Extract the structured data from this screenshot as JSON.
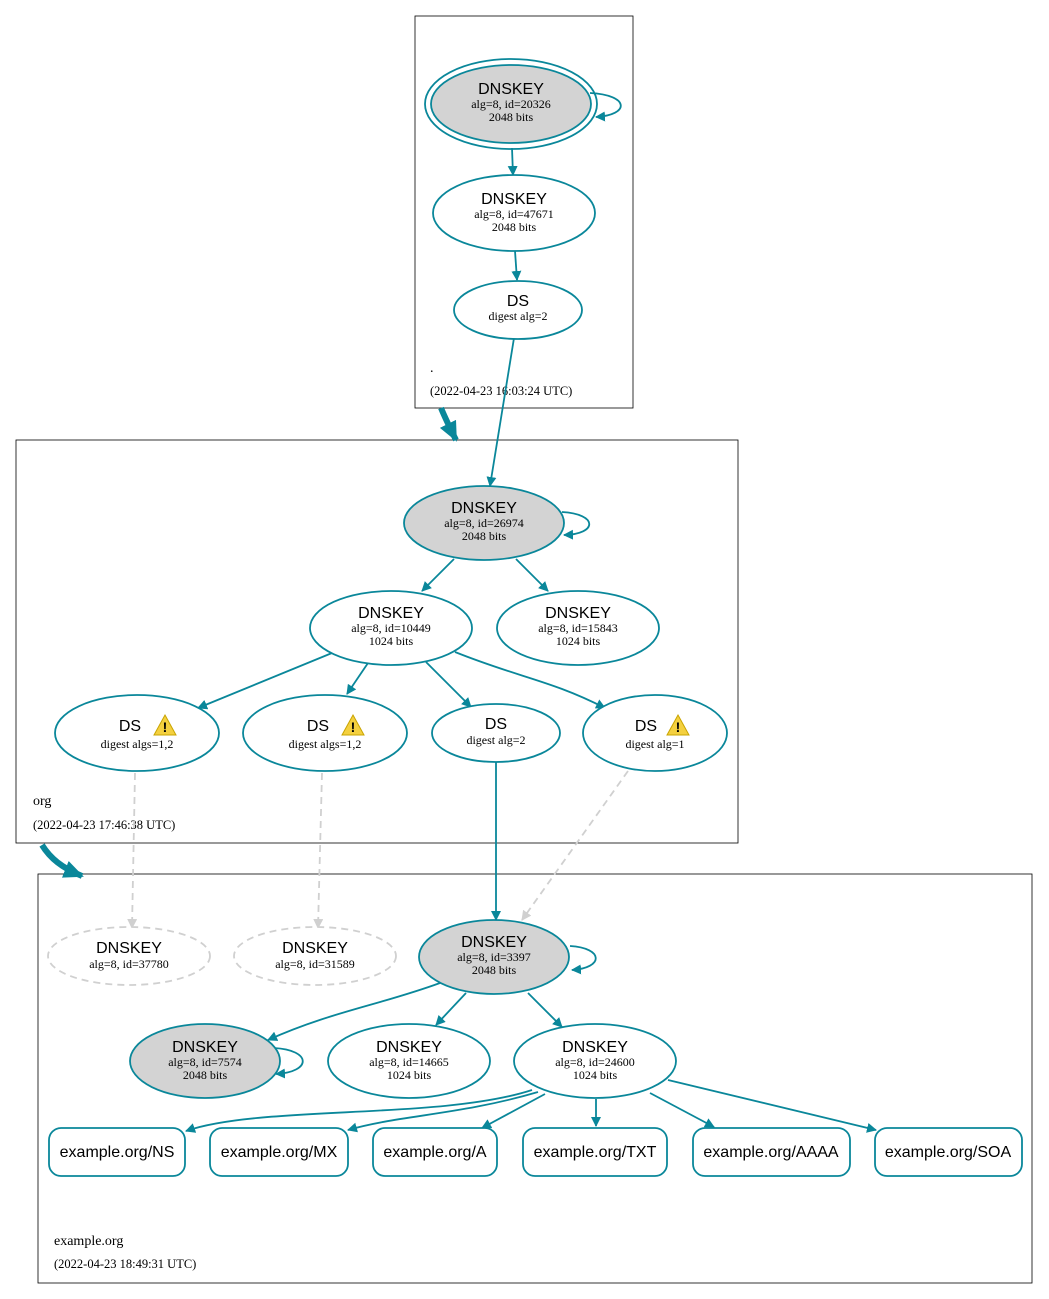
{
  "colors": {
    "edge": "#0a879a",
    "dashed": "#d0d0d0",
    "fill_sep": "#d3d3d3",
    "warning": "#f4d03f"
  },
  "zones": {
    "root": {
      "name": ".",
      "time": "(2022-04-23 16:03:24 UTC)"
    },
    "org": {
      "name": "org",
      "time": "(2022-04-23 17:46:38 UTC)"
    },
    "example": {
      "name": "example.org",
      "time": "(2022-04-23 18:49:31 UTC)"
    }
  },
  "nodes": {
    "root_ksk": {
      "title": "DNSKEY",
      "line1": "alg=8, id=20326",
      "line2": "2048 bits"
    },
    "root_zsk": {
      "title": "DNSKEY",
      "line1": "alg=8, id=47671",
      "line2": "2048 bits"
    },
    "root_ds": {
      "title": "DS",
      "line1": "digest alg=2"
    },
    "org_ksk": {
      "title": "DNSKEY",
      "line1": "alg=8, id=26974",
      "line2": "2048 bits"
    },
    "org_zsk1": {
      "title": "DNSKEY",
      "line1": "alg=8, id=10449",
      "line2": "1024 bits"
    },
    "org_zsk2": {
      "title": "DNSKEY",
      "line1": "alg=8, id=15843",
      "line2": "1024 bits"
    },
    "ds1": {
      "title": "DS",
      "line1": "digest algs=1,2"
    },
    "ds2": {
      "title": "DS",
      "line1": "digest algs=1,2"
    },
    "ds3": {
      "title": "DS",
      "line1": "digest alg=2"
    },
    "ds4": {
      "title": "DS",
      "line1": "digest alg=1"
    },
    "ex_missing1": {
      "title": "DNSKEY",
      "line1": "alg=8, id=37780"
    },
    "ex_missing2": {
      "title": "DNSKEY",
      "line1": "alg=8, id=31589"
    },
    "ex_ksk": {
      "title": "DNSKEY",
      "line1": "alg=8, id=3397",
      "line2": "2048 bits"
    },
    "ex_ksk2": {
      "title": "DNSKEY",
      "line1": "alg=8, id=7574",
      "line2": "2048 bits"
    },
    "ex_zsk1": {
      "title": "DNSKEY",
      "line1": "alg=8, id=14665",
      "line2": "1024 bits"
    },
    "ex_zsk2": {
      "title": "DNSKEY",
      "line1": "alg=8, id=24600",
      "line2": "1024 bits"
    }
  },
  "records": {
    "ns": "example.org/NS",
    "mx": "example.org/MX",
    "a": "example.org/A",
    "txt": "example.org/TXT",
    "aaaa": "example.org/AAAA",
    "soa": "example.org/SOA"
  },
  "icons": {
    "warning": "warning-icon"
  }
}
